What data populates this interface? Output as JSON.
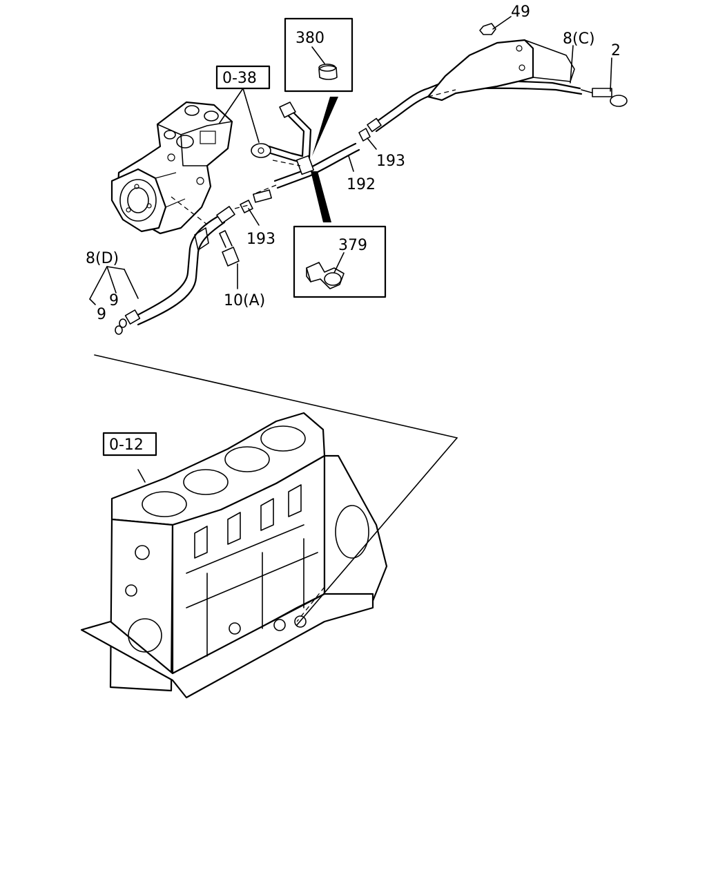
{
  "callouts": {
    "ref_0_38": "0-38",
    "ref_0_12": "0-12",
    "p380": "380",
    "p379": "379",
    "p49": "49",
    "p8c": "8(C)",
    "p2": "2",
    "p193_right": "193",
    "p192": "192",
    "p193_left": "193",
    "p8d": "8(D)",
    "p9_upper": "9",
    "p9_lower": "9",
    "p10a": "10(A)"
  }
}
